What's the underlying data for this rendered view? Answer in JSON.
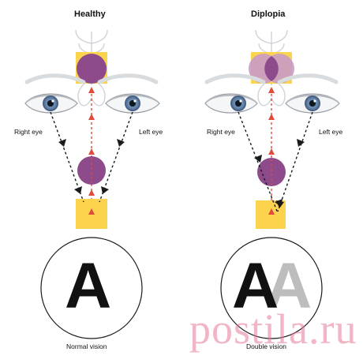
{
  "panels": {
    "left": {
      "title": "Healthy",
      "right_eye_label": "Right eye",
      "left_eye_label": "Left eye",
      "vision_letter": "A",
      "caption": "Normal vision"
    },
    "right": {
      "title": "Diplopia",
      "right_eye_label": "Right eye",
      "left_eye_label": "Left eye",
      "vision_letter": "A",
      "ghost_letter": "A",
      "caption": "Double vision"
    }
  },
  "watermark": "postila.ru",
  "colors": {
    "purple": "#8e4b8c",
    "purple_light": "#c99bc7",
    "yellow": "#fcd34d",
    "red_arrow": "#e04b3c",
    "black_arrow": "#1a1a1a",
    "iris": "#6f8fb5",
    "ghost_letter": "#bdbdbd"
  }
}
